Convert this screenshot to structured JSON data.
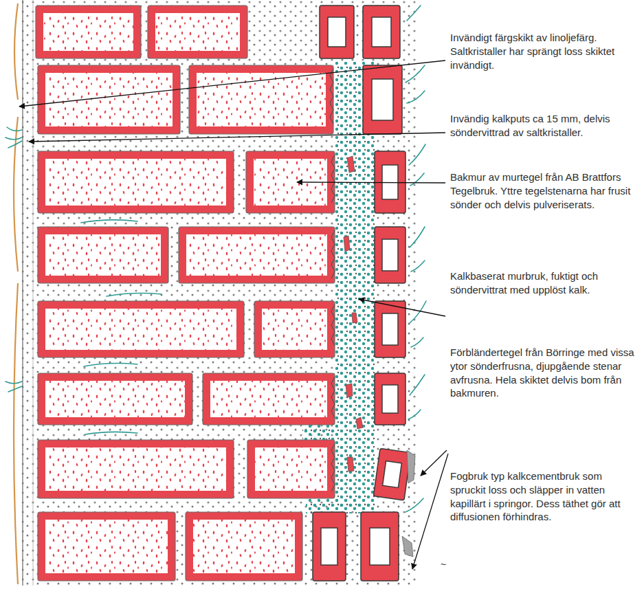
{
  "diagram": {
    "labels": [
      "Invändigt färgskikt av linoljefärg. Saltkristaller har sprängt loss skiktet invändigt.",
      "Invändig kalkputs ca 15 mm, delvis söndervittrad av saltkristaller.",
      "Bakmur av murtegel från AB Brattfors Tegelbruk. Yttre tegelstenarna har frusit sönder och delvis pulveriserats.",
      "Kalkbaserat murbruk, fuktigt och söndervittrat med upplöst kalk.",
      "Förbländertegel från Börringe med vissa ytor sönderfrusna, djupgående stenar avfrusna. Hela skiktet delvis bom från bakmuren.",
      "Fogbruk typ kalkcementbruk som spruckit loss och släpper in vatten kapillärt i springor. Dess täthet gör att diffusionen förhindras.",
      "~"
    ]
  }
}
